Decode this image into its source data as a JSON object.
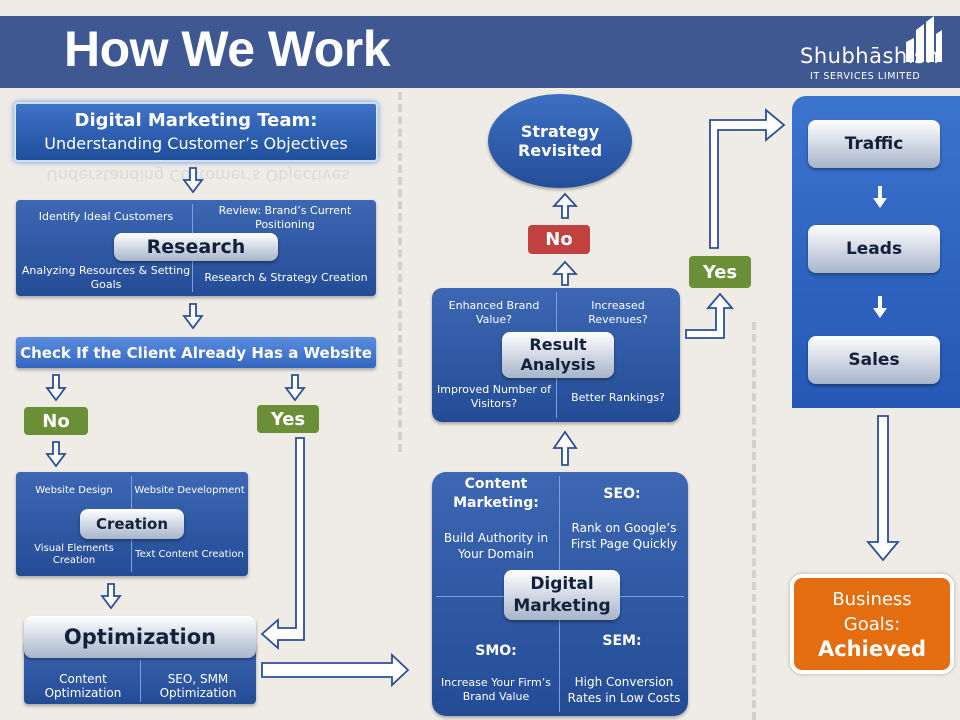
{
  "header": {
    "title": "How We Work",
    "logo_name": "Shubhāshish",
    "logo_sub": "IT SERVICES LIMITED"
  },
  "team": {
    "title": "Digital Marketing Team:",
    "subtitle": "Understanding Customer’s Objectives",
    "reflection": "Understanding Customer’s Objectives"
  },
  "research": {
    "label": "Research",
    "cells": [
      "Identify Ideal Customers",
      "Review: Brand’s Current Positioning",
      "Analyzing Resources & Setting Goals",
      "Research & Strategy Creation"
    ]
  },
  "check_website": "Check If the Client Already Has a Website",
  "decision_left": {
    "no": "No",
    "yes": "Yes"
  },
  "creation": {
    "label": "Creation",
    "cells": [
      "Website Design",
      "Website Development",
      "Visual Elements Creation",
      "Text Content Creation"
    ]
  },
  "optimization": {
    "label": "Optimization",
    "cells": [
      "Content Optimization",
      "SEO, SMM Optimization"
    ]
  },
  "digital_marketing": {
    "label": "Digital Marketing",
    "quadrants": [
      {
        "heading": "Content Marketing:",
        "text": "Build Authority in Your Domain"
      },
      {
        "heading": "SEO:",
        "text": "Rank on Google’s First Page Quickly"
      },
      {
        "heading": "SMO:",
        "text": "Increase Your Firm’s Brand Value"
      },
      {
        "heading": "SEM:",
        "text": "High Conversion Rates in Low Costs"
      }
    ]
  },
  "result_analysis": {
    "label": "Result Analysis",
    "cells": [
      "Enhanced Brand Value?",
      "Increased Revenues?",
      "Improved Number of Visitors?",
      "Better Rankings?"
    ]
  },
  "decision_right": {
    "no": "No",
    "yes": "Yes"
  },
  "strategy": "Strategy Revisited",
  "funnel": [
    "Traffic",
    "Leads",
    "Sales"
  ],
  "goal": {
    "line1": "Business",
    "line2": "Goals:",
    "line3": "Achieved"
  },
  "colors": {
    "header_bg": "#3f5891",
    "box_blue": "#2f62b5",
    "green": "#6a8f37",
    "red": "#c0413f",
    "orange": "#e46d0f"
  }
}
